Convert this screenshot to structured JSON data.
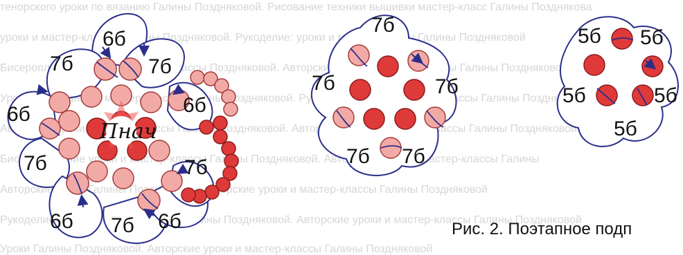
{
  "background_text": [
    "тенорского уроки по вязанию Галины Поздняковой. Рисование техники вышивки мастер-класс Галины Позднякова",
    "уроки и мастер-классы Галины Поздняковой. Рукоделие: уроки и мастер-классы Галины Поздняковой",
    "Бисероплетение уроки и мастер-классы Поздняковой. Авторские уроки и мастер-классы Галины Поздняковой",
    "Уроки вышивания и мастер-классы Галины Поздняковой. Рукоделие: уроки и мастер-классы Галины Поздняковой",
    "Авторские уроки и мастер-классы Галины Поздняковой. Авторские уроки и мастер-классы Галины Поздняковой",
    "Бисероплетение уроки и мастер-классы Галины Поздняковой. Авторские уроки и мастер-классы Галины",
    "Авторские уроки Галины Поздняковой. Авторские уроки и мастер-классы Галины Поздняковой",
    "Рукоделие: уроки и мастер-классы Галины Поздняковой. Авторские уроки и мастер-классы Галины Поздняковой",
    "Уроки Галины Поздняковой. Авторские уроки и мастер-классы Галины Поздняковой"
  ],
  "diagram_left": {
    "center_label": "Пнач",
    "loop_labels": [
      "6б",
      "7б",
      "7б",
      "6б",
      "7б",
      "6б",
      "7б",
      "7б",
      "6б",
      "6б"
    ]
  },
  "diagram_middle": {
    "loop_labels": [
      "7б",
      "7б",
      "7б",
      "7б",
      "7б"
    ]
  },
  "diagram_right": {
    "loop_labels": [
      "5б",
      "5б",
      "5б",
      "5б",
      "5б"
    ]
  },
  "caption": "Рис. 2. Поэтапное подп",
  "colors": {
    "thread": "#2a2e8a",
    "bead_light": "#f2aaa6",
    "bead_dark": "#df3a3a",
    "watermark": "#d6d6d6"
  }
}
